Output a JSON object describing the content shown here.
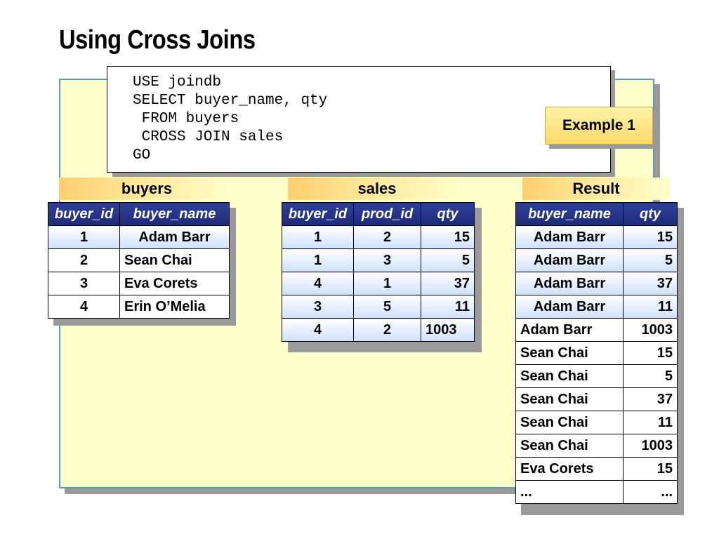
{
  "slide_title": "Using Cross Joins",
  "code_lines": [
    "USE joindb",
    "SELECT buyer_name, qty",
    " FROM buyers",
    " CROSS JOIN sales",
    "GO"
  ],
  "example_label": "Example 1",
  "tables": {
    "buyers": {
      "title": "buyers",
      "headers": [
        "buyer_id",
        "buyer_name"
      ],
      "rows": [
        [
          "1",
          "Adam Barr"
        ],
        [
          "2",
          "Sean Chai"
        ],
        [
          "3",
          "Eva Corets"
        ],
        [
          "4",
          "Erin O’Melia"
        ]
      ]
    },
    "sales": {
      "title": "sales",
      "headers": [
        "buyer_id",
        "prod_id",
        "qty"
      ],
      "rows": [
        [
          "1",
          "2",
          "15"
        ],
        [
          "1",
          "3",
          "5"
        ],
        [
          "4",
          "1",
          "37"
        ],
        [
          "3",
          "5",
          "11"
        ],
        [
          "4",
          "2",
          "1003"
        ]
      ]
    },
    "result": {
      "title": "Result",
      "headers": [
        "buyer_name",
        "qty"
      ],
      "rows": [
        [
          "Adam Barr",
          "15"
        ],
        [
          "Adam Barr",
          "5"
        ],
        [
          "Adam Barr",
          "37"
        ],
        [
          "Adam Barr",
          "11"
        ],
        [
          "Adam Barr",
          "1003"
        ],
        [
          "Sean Chai",
          "15"
        ],
        [
          "Sean Chai",
          "5"
        ],
        [
          "Sean Chai",
          "37"
        ],
        [
          "Sean Chai",
          "11"
        ],
        [
          "Sean Chai",
          "1003"
        ],
        [
          "Eva Corets",
          "15"
        ],
        [
          "...",
          "..."
        ]
      ]
    }
  }
}
